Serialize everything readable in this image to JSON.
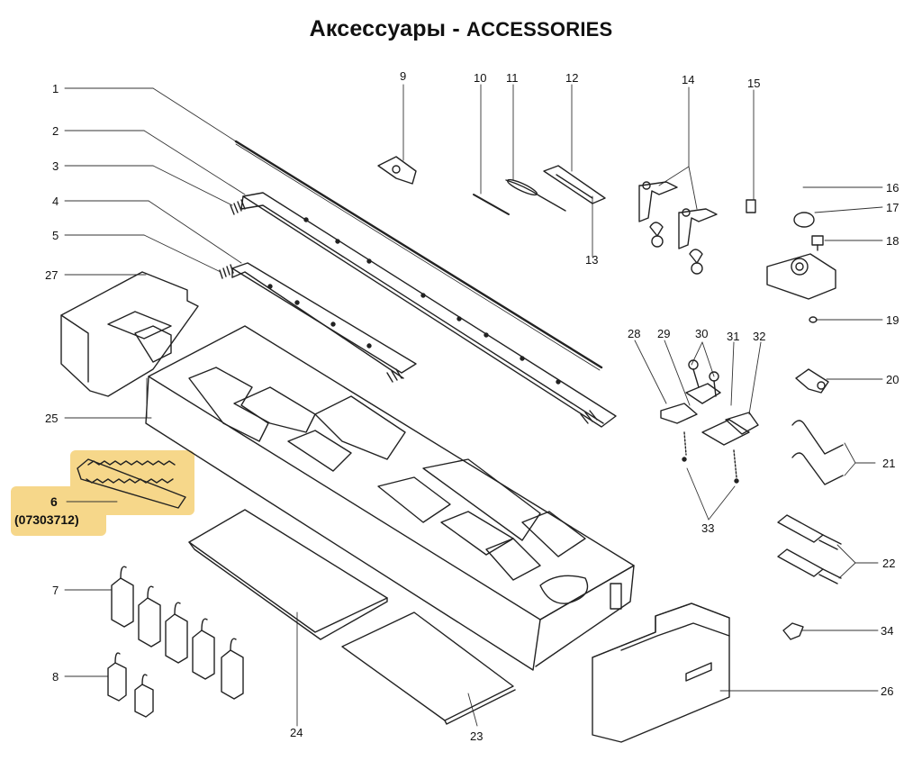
{
  "title": {
    "ru": "Аксессуары - ",
    "en": "ACCESSORIES"
  },
  "callouts": {
    "c1": "1",
    "c2": "2",
    "c3": "3",
    "c4": "4",
    "c5": "5",
    "c6": "6",
    "c6_code": "(07303712)",
    "c7": "7",
    "c8": "8",
    "c9": "9",
    "c10": "10",
    "c11": "11",
    "c12": "12",
    "c13": "13",
    "c14": "14",
    "c15": "15",
    "c16": "16",
    "c17": "17",
    "c18": "18",
    "c19": "19",
    "c20": "20",
    "c21": "21",
    "c22": "22",
    "c23": "23",
    "c24": "24",
    "c25": "25",
    "c26": "26",
    "c27": "27",
    "c28": "28",
    "c29": "29",
    "c30": "30",
    "c31": "31",
    "c32": "32",
    "c33": "33",
    "c34": "34"
  },
  "highlight_color": "#f6d78a"
}
